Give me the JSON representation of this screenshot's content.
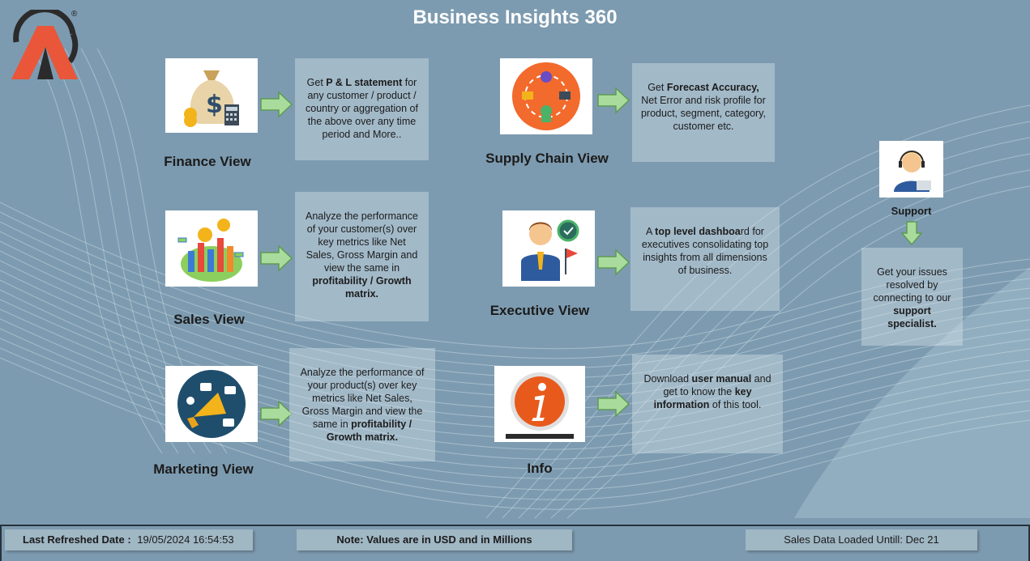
{
  "page": {
    "title": "Business Insights 360"
  },
  "logo": {
    "registered": "®"
  },
  "cards": {
    "finance": {
      "label": "Finance View",
      "desc": {
        "t1": "Get ",
        "b1": "P & L statement",
        "t2": " for any customer / product / country or aggregation of the above over any time period and More.."
      }
    },
    "sales": {
      "label": "Sales View",
      "desc": {
        "t1": "Analyze the performance of your customer(s) over key metrics like Net Sales, Gross Margin and view the same in ",
        "b1": "profitability / Growth matrix."
      }
    },
    "marketing": {
      "label": "Marketing View",
      "desc": {
        "t1": "Analyze the performance of your product(s) over key metrics like Net Sales, Gross Margin and view the same in ",
        "b1": "profitability / Growth matrix."
      }
    },
    "supply_chain": {
      "label": "Supply Chain View",
      "desc": {
        "t1": "Get ",
        "b1": "Forecast Accuracy,",
        "t2": " Net Error and risk profile for product, segment, category, customer etc."
      }
    },
    "executive": {
      "label": "Executive View",
      "desc": {
        "t1": "A ",
        "b1": "top level dashboa",
        "t2": "rd for executives consolidating top insights from all dimensions of business."
      }
    },
    "info": {
      "label": "Info",
      "desc": {
        "t1": "Download ",
        "b1": "user manual",
        "t2": " and get to know the ",
        "b2": "key information",
        "t3": " of this tool."
      }
    },
    "support": {
      "label": "Support",
      "desc": {
        "t1": "Get your issues resolved by connecting to our ",
        "b1": "support specialist."
      }
    }
  },
  "footer": {
    "refreshed_label": "Last Refreshed Date :",
    "refreshed_value": "19/05/2024 16:54:53",
    "note": "Note: Values are in USD and in Millions",
    "loaded": "Sales Data Loaded Untill: Dec 21"
  },
  "colors": {
    "background": "#7d9bb0",
    "arrow_fill": "#a9dc9c",
    "arrow_stroke": "#5e9a55",
    "logo_orange": "#e9563a",
    "logo_dark": "#2b2b2b"
  }
}
